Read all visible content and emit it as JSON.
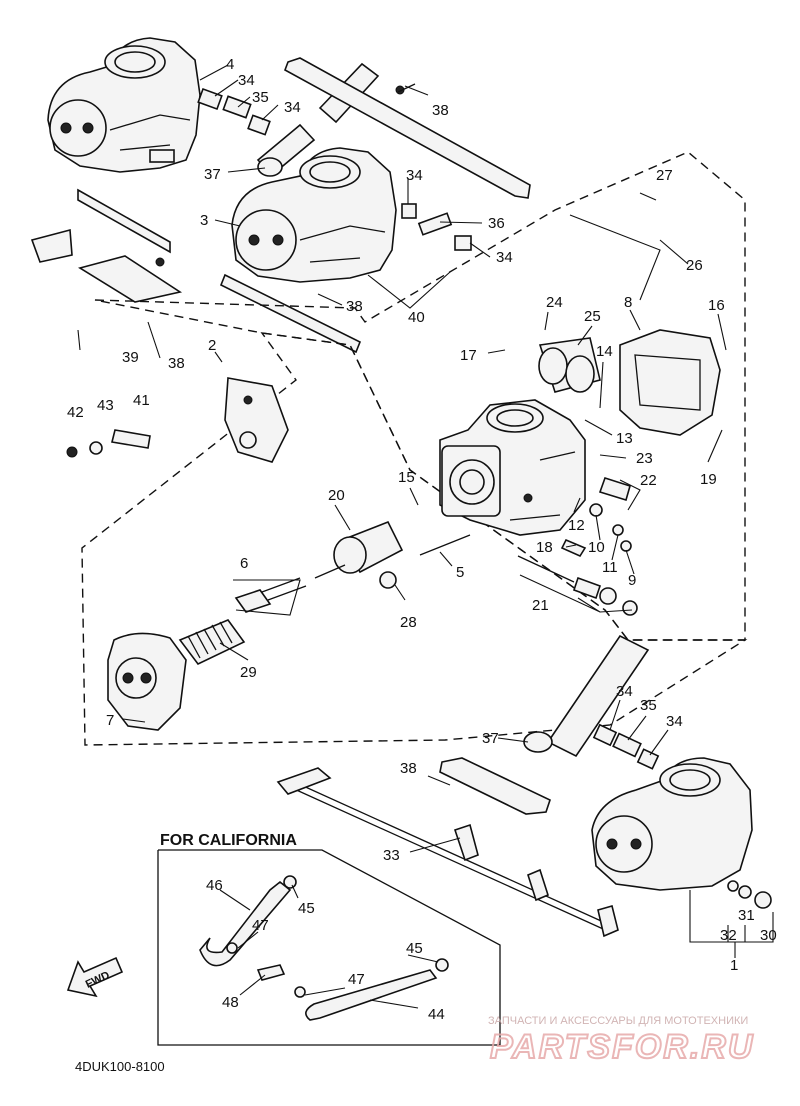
{
  "diagram": {
    "california_title": "FOR CALIFORNIA",
    "diagram_code": "4DUK100-8100",
    "direction_label": "FWD",
    "watermark": {
      "tagline": "ЗАПЧАСТИ И АКСЕССУАРЫ ДЛЯ МОТОТЕХНИКИ",
      "brand": "PARTSFOR.RU"
    },
    "callouts": [
      "1",
      "2",
      "3",
      "4",
      "5",
      "6",
      "7",
      "8",
      "9",
      "10",
      "11",
      "12",
      "13",
      "14",
      "15",
      "16",
      "17",
      "18",
      "19",
      "20",
      "21",
      "22",
      "23",
      "24",
      "25",
      "26",
      "27",
      "28",
      "29",
      "30",
      "31",
      "32",
      "33",
      "34",
      "35",
      "36",
      "37",
      "38",
      "39",
      "40",
      "41",
      "42",
      "43",
      "44",
      "45",
      "46",
      "47",
      "48"
    ],
    "callout_labels": {
      "n1": "1",
      "n2": "2",
      "n3": "3",
      "n4": "4",
      "n5": "5",
      "n6": "6",
      "n7": "7",
      "n8": "8",
      "n9": "9",
      "n10": "10",
      "n11": "11",
      "n12": "12",
      "n13": "13",
      "n14": "14",
      "n15": "15",
      "n16": "16",
      "n17": "17",
      "n18": "18",
      "n19": "19",
      "n20": "20",
      "n21": "21",
      "n22": "22",
      "n23": "23",
      "n24": "24",
      "n25": "25",
      "n26": "26",
      "n27": "27",
      "n28": "28",
      "n29": "29",
      "n30": "30",
      "n31": "31",
      "n32": "32",
      "n33": "33",
      "n34": "34",
      "n35": "35",
      "n36": "36",
      "n37": "37",
      "n38": "38",
      "n39": "39",
      "n40": "40",
      "n41": "41",
      "n42": "42",
      "n43": "43",
      "n44": "44",
      "n45": "45",
      "n46": "46",
      "n47": "47",
      "n48": "48"
    }
  }
}
